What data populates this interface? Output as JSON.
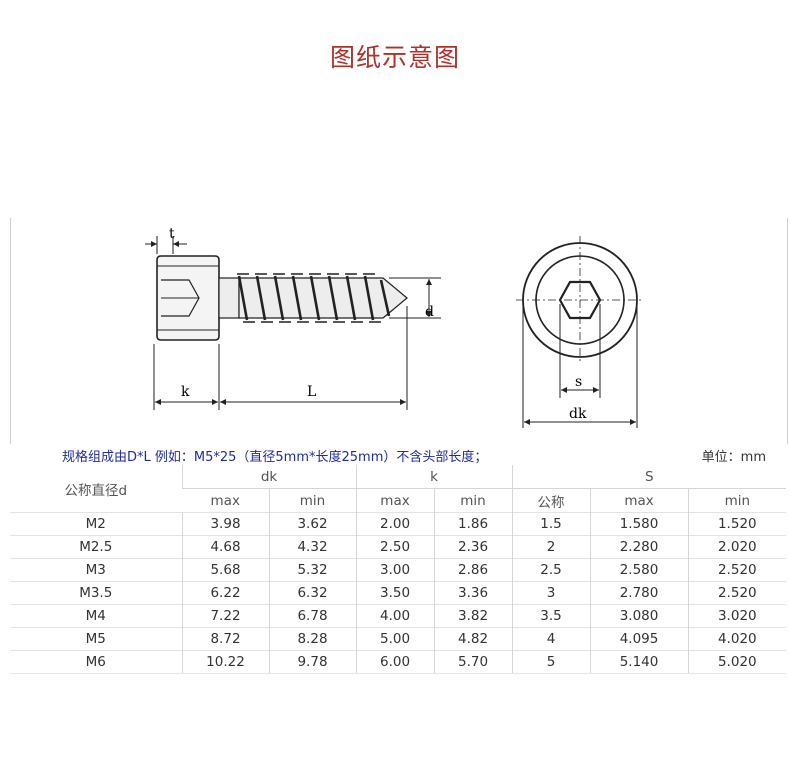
{
  "title": "图纸示意图",
  "drawing_labels": {
    "t": "t",
    "k": "k",
    "L": "L",
    "d": "d",
    "s": "s",
    "dk": "dk"
  },
  "note": "规格组成由D*L 例如：M5*25（直径5mm*长度25mm）不含头部长度；",
  "unit": "单位：mm",
  "table": {
    "row_header": "公称直径d",
    "groups": [
      "dk",
      "k",
      "S"
    ],
    "sub": [
      "max",
      "min",
      "max",
      "min",
      "公称",
      "max",
      "min"
    ],
    "rows": [
      [
        "M2",
        "3.98",
        "3.62",
        "2.00",
        "1.86",
        "1.5",
        "1.580",
        "1.520"
      ],
      [
        "M2.5",
        "4.68",
        "4.32",
        "2.50",
        "2.36",
        "2",
        "2.280",
        "2.020"
      ],
      [
        "M3",
        "5.68",
        "5.32",
        "3.00",
        "2.86",
        "2.5",
        "2.580",
        "2.520"
      ],
      [
        "M3.5",
        "6.22",
        "6.32",
        "3.50",
        "3.36",
        "3",
        "2.780",
        "2.520"
      ],
      [
        "M4",
        "7.22",
        "6.78",
        "4.00",
        "3.82",
        "3.5",
        "3.080",
        "3.020"
      ],
      [
        "M5",
        "8.72",
        "8.28",
        "5.00",
        "4.82",
        "4",
        "4.095",
        "4.020"
      ],
      [
        "M6",
        "10.22",
        "9.78",
        "6.00",
        "5.70",
        "5",
        "5.140",
        "5.020"
      ]
    ]
  }
}
